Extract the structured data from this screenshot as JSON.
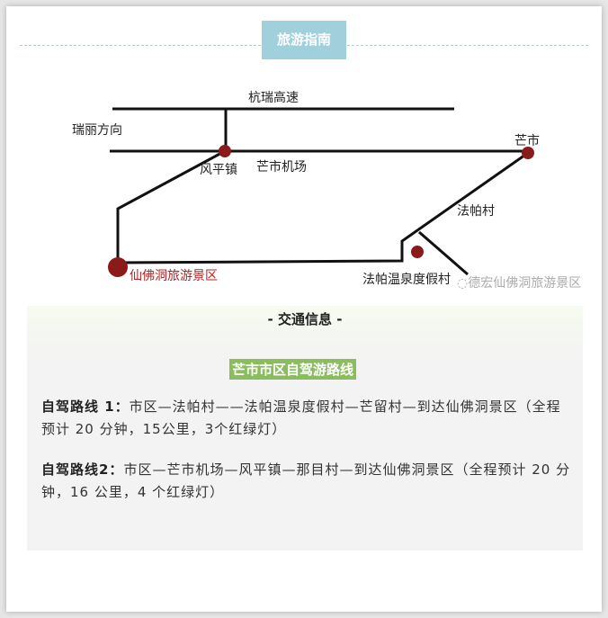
{
  "header": {
    "badge": "旅游指南"
  },
  "map": {
    "labels": {
      "highway": "杭瑞高速",
      "ruili": "瑞丽方向",
      "fengping": "风平镇",
      "airport": "芒市机场",
      "mangshi": "芒市",
      "fapa": "法帕村",
      "scenic": "仙佛洞旅游景区",
      "hotspring": "法帕温泉度假村"
    },
    "watermark": "德宏仙佛洞旅游景区",
    "colors": {
      "dot": "#8b1a1a",
      "scenic_text": "#b22222"
    }
  },
  "traffic": {
    "title": "- 交通信息 -",
    "subtitle": "芒市市区自驾游路线",
    "routes": [
      {
        "label": "自驾路线 1：",
        "text": "市区—法帕村——法帕温泉度假村—芒留村—到达仙佛洞景区（全程预计 20 分钟，15公里，3个红绿灯）"
      },
      {
        "label": "自驾路线2：",
        "text": "市区—芒市机场—风平镇—那目村—到达仙佛洞景区（全程预计 20 分钟，16 公里，4 个红绿灯）"
      }
    ]
  }
}
